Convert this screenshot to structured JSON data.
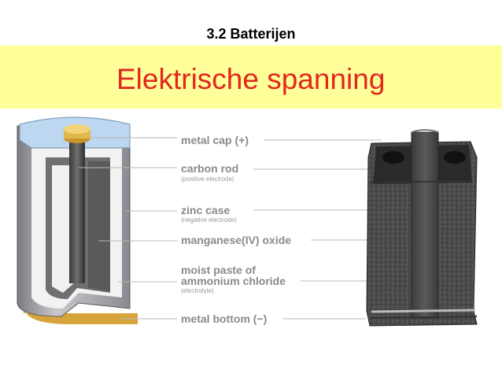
{
  "header": {
    "subtitle": "3.2 Batterijen",
    "title": "Elektrische spanning",
    "band_color": "#ffff99",
    "title_color": "#e3261f"
  },
  "diagram": {
    "labels": [
      {
        "id": "metal-cap",
        "text": "metal cap (+)",
        "sub": ""
      },
      {
        "id": "carbon-rod",
        "text": "carbon rod",
        "sub": "(positive electrode)"
      },
      {
        "id": "zinc-case",
        "text": "zinc case",
        "sub": "(negative electrode)"
      },
      {
        "id": "manganese-oxide",
        "text": "manganese(IV) oxide",
        "sub": ""
      },
      {
        "id": "moist-paste",
        "text": "moist paste of",
        "text2": "ammonium chloride",
        "sub": "(electrolyte)"
      },
      {
        "id": "metal-bottom",
        "text": "metal bottom (−)",
        "sub": ""
      }
    ]
  }
}
